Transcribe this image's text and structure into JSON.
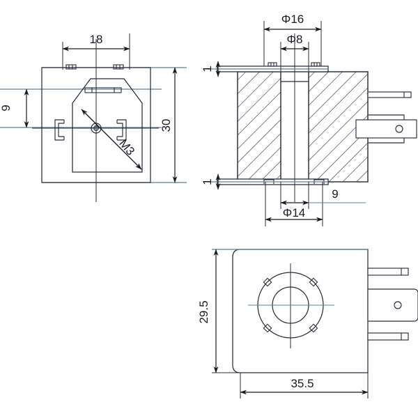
{
  "drawing": {
    "title": "Solenoid coil technical drawing",
    "background_color": "#ffffff",
    "line_color": "#2b2b3a",
    "extension_line_color": "#5a7f9c",
    "hatch_color": "#3a3a4a",
    "text_color": "#1a1a22"
  },
  "views": {
    "front": {
      "name": "front-view",
      "dimensions": {
        "width_label": "18",
        "height_label": "30",
        "side_label": "9",
        "thread_label": "M3"
      }
    },
    "section": {
      "name": "cross-section-view",
      "dimensions": {
        "outer_bore_label": "Φ16",
        "inner_bore_label": "Φ8",
        "lower_bore_label": "Φ14",
        "plate_top_label": "1",
        "plate_bottom_label": "1",
        "offset_label": "9"
      }
    },
    "bottom": {
      "name": "bottom-view",
      "dimensions": {
        "height_label": "29.5",
        "width_label": "35.5"
      }
    }
  },
  "labels": {
    "all": [
      "18",
      "30",
      "9",
      "M3",
      "Φ16",
      "Φ8",
      "Φ14",
      "1",
      "1",
      "9",
      "29.5",
      "35.5"
    ]
  }
}
